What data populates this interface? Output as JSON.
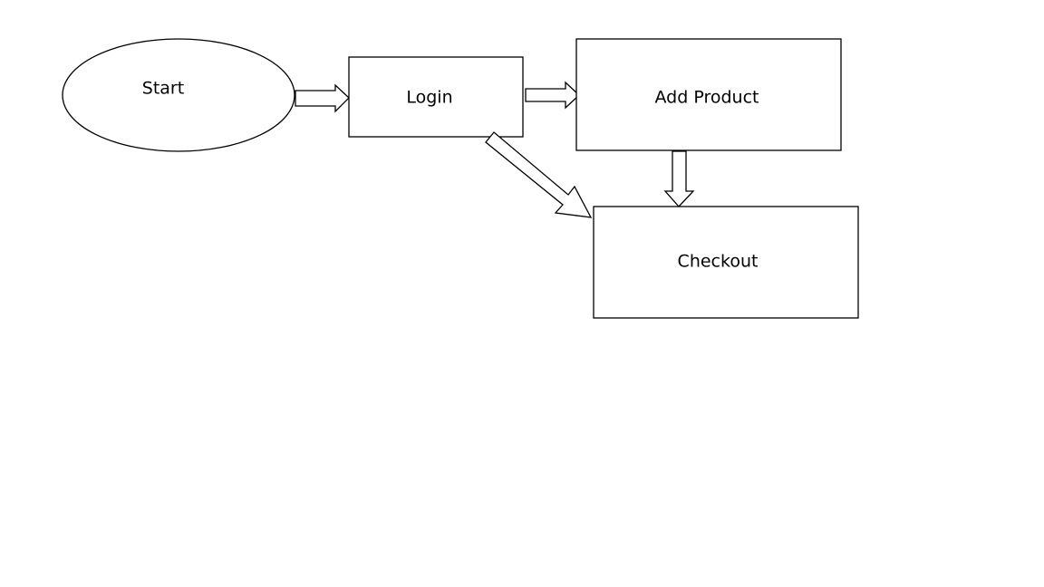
{
  "diagram": {
    "nodes": {
      "start": {
        "label": "Start",
        "shape": "ellipse"
      },
      "login": {
        "label": "Login",
        "shape": "rectangle"
      },
      "add_product": {
        "label": "Add Product",
        "shape": "rectangle"
      },
      "checkout": {
        "label": "Checkout",
        "shape": "rectangle"
      }
    },
    "edges": [
      {
        "from": "Start",
        "to": "Login"
      },
      {
        "from": "Login",
        "to": "Add Product"
      },
      {
        "from": "Login",
        "to": "Checkout"
      },
      {
        "from": "Add Product",
        "to": "Checkout"
      }
    ],
    "colors": {
      "stroke": "#000000",
      "fill": "#ffffff",
      "background": "#ffffff"
    }
  }
}
